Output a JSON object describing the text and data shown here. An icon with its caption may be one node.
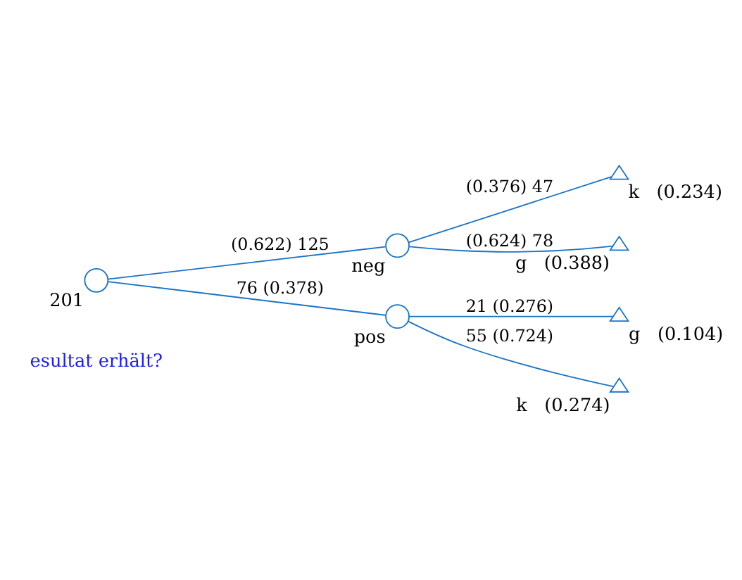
{
  "diagram": {
    "nodes": [
      {
        "text": [],
        "shape": "circle",
        "beside": [
          "201"
        ]
      },
      {
        "text": [],
        "shape": "circle",
        "beside": [
          "neg"
        ]
      },
      {
        "text": [],
        "shape": "circle",
        "beside": [
          "pos"
        ]
      },
      {
        "text": [],
        "shape": "triangle",
        "beside": [
          "k",
          "(0.234)"
        ]
      },
      {
        "text": [],
        "shape": "triangle",
        "beside": [
          "g",
          "(0.388)"
        ]
      },
      {
        "text": [],
        "shape": "triangle",
        "beside": [
          "g",
          "(0.104)"
        ]
      },
      {
        "text": [],
        "shape": "triangle",
        "beside": [
          "k",
          "(0.274)"
        ]
      }
    ],
    "edges": [
      {
        "from": 0,
        "to": 1,
        "arrow": "none",
        "label": "(0.622) 125"
      },
      {
        "from": 0,
        "to": 2,
        "arrow": "none",
        "label": "76 (0.378)"
      },
      {
        "from": 1,
        "to": 3,
        "arrow": "none",
        "label": "(0.376) 47"
      },
      {
        "from": 1,
        "to": 4,
        "arrow": "none",
        "label": "(0.624) 78"
      },
      {
        "from": 2,
        "to": 5,
        "arrow": "none",
        "label": "21 (0.276)"
      },
      {
        "from": 2,
        "to": 6,
        "arrow": "none",
        "label": "55 (0.724)"
      }
    ],
    "labels": [
      "esultat erhält?"
    ]
  }
}
